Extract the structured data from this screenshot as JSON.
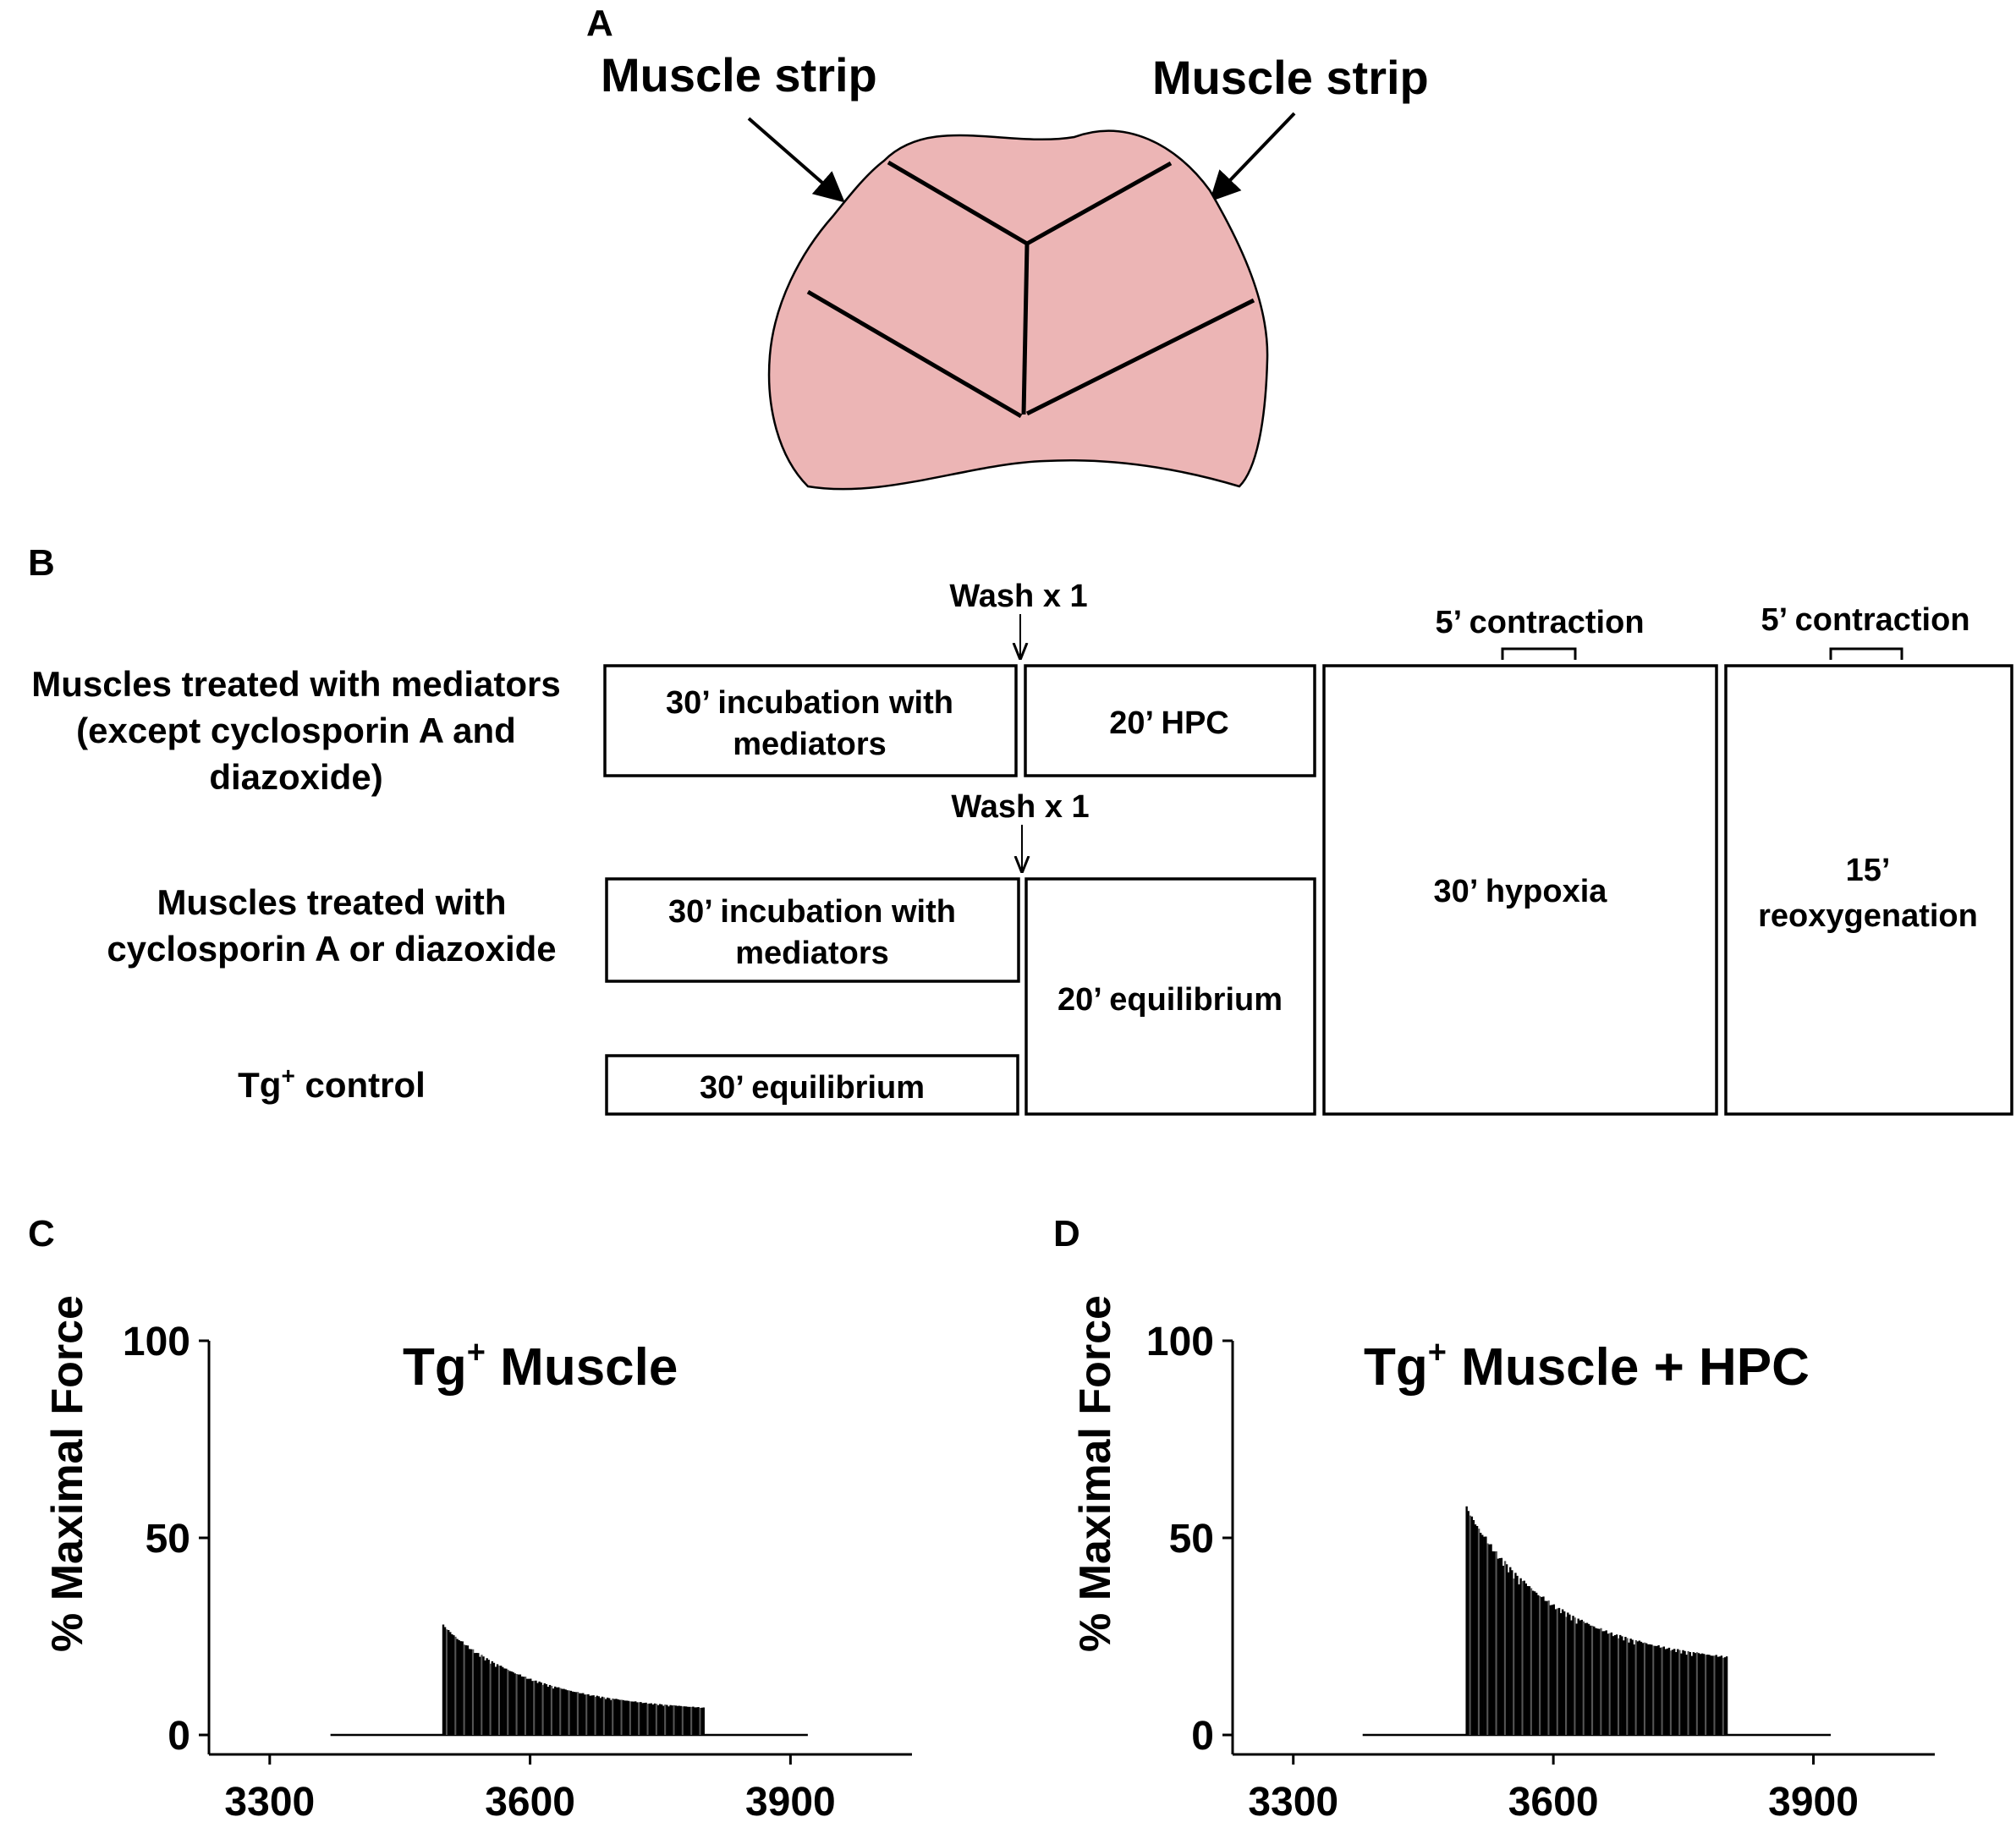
{
  "panelA": {
    "label": "A",
    "callout_left": "Muscle strip",
    "callout_right": "Muscle strip",
    "tissue_color": "#ecb5b5"
  },
  "panelB": {
    "label": "B",
    "groups": [
      {
        "lines": [
          "Muscles treated with mediators",
          "(except cyclosporin A and",
          "diazoxide)"
        ]
      },
      {
        "lines": [
          "Muscles treated with",
          "cyclosporin A or diazoxide"
        ]
      },
      {
        "main": "Tg",
        "sup": "+",
        "rest": " control"
      }
    ],
    "wash_1": "Wash x 1",
    "wash_2": "Wash x 1",
    "boxes": {
      "incubation_1": [
        "30’ incubation with",
        "mediators"
      ],
      "hpc": "20’ HPC",
      "incubation_2": [
        "30’ incubation with",
        "mediators"
      ],
      "equilibrium_30": "30’ equilibrium",
      "equilibrium_20": "20’ equilibrium",
      "hypoxia": "30’ hypoxia",
      "reoxygenation": [
        "15’",
        "reoxygenation"
      ]
    },
    "contraction_1": "5’ contraction",
    "contraction_2": "5’ contraction"
  },
  "chart_data": [
    {
      "panel": "C",
      "type": "bar",
      "title_main": "Tg",
      "title_sup": "+",
      "title_rest": " Muscle",
      "ylabel": "% Maximal Force",
      "xlim": [
        3230,
        4040
      ],
      "ylim": [
        0,
        100
      ],
      "xticks": [
        "3300",
        "3600",
        "3900"
      ],
      "yticks": [
        "0",
        "50",
        "100"
      ],
      "baseline_x": [
        3370,
        3920
      ],
      "active_x": [
        3500,
        3800
      ],
      "start_value": 28,
      "end_value": 7
    },
    {
      "panel": "D",
      "type": "bar",
      "title_main": "Tg",
      "title_sup": "+",
      "title_rest": " Muscle + HPC",
      "ylabel": "% Maximal Force",
      "xlim": [
        3230,
        4040
      ],
      "ylim": [
        0,
        100
      ],
      "xticks": [
        "3300",
        "3600",
        "3900"
      ],
      "yticks": [
        "0",
        "50",
        "100"
      ],
      "baseline_x": [
        3380,
        3920
      ],
      "active_x": [
        3500,
        3800
      ],
      "start_value": 58,
      "end_value": 20
    }
  ]
}
